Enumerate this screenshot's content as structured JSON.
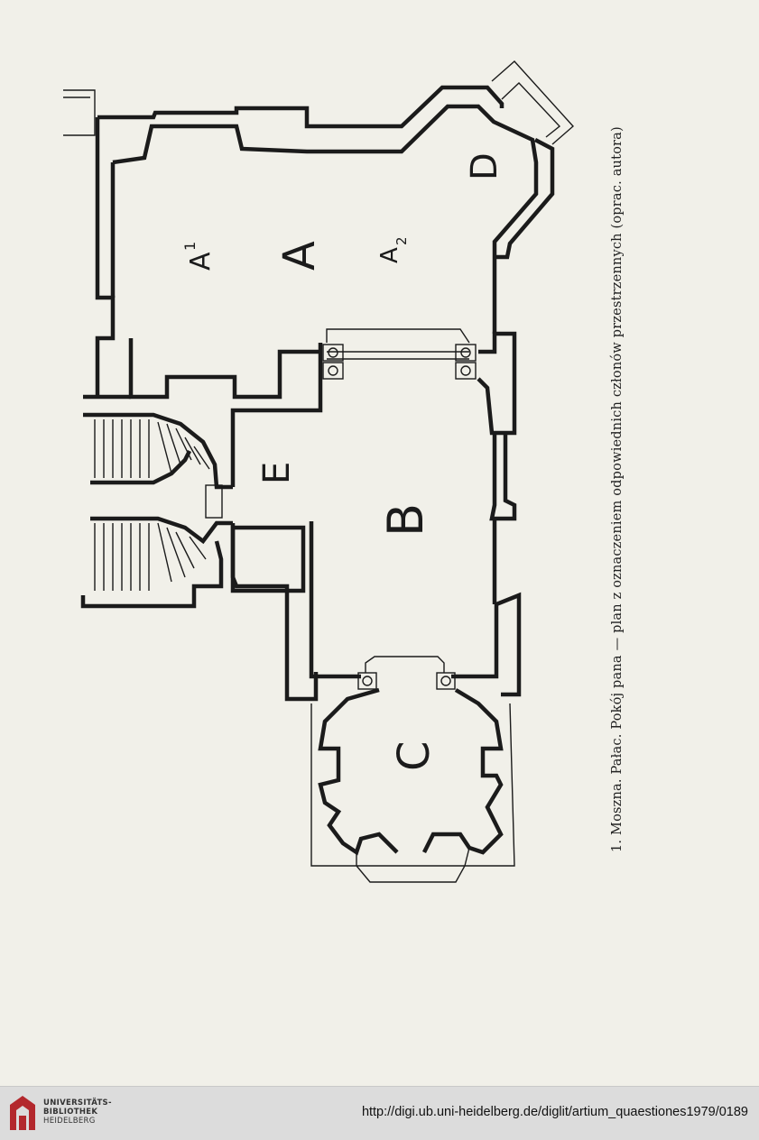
{
  "figure": {
    "labels": {
      "a1": "A",
      "a1_sub": "1",
      "a": "A",
      "a2": "A",
      "a2_sub": "2",
      "b": "B",
      "c": "C",
      "d": "D",
      "e": "E"
    },
    "caption": "1. Moszna. Pałac. Pokój pana — plan z oznaczeniem odpowiednich członów przestrzennych (oprac. autora)"
  },
  "footer": {
    "logo_lines": [
      "UNIVERSITÄTS-",
      "BIBLIOTHEK",
      "HEIDELBERG"
    ],
    "url": "http://digi.ub.uni-heidelberg.de/diglit/artium_quaestiones1979/0189",
    "accent_color": "#b3282d"
  }
}
